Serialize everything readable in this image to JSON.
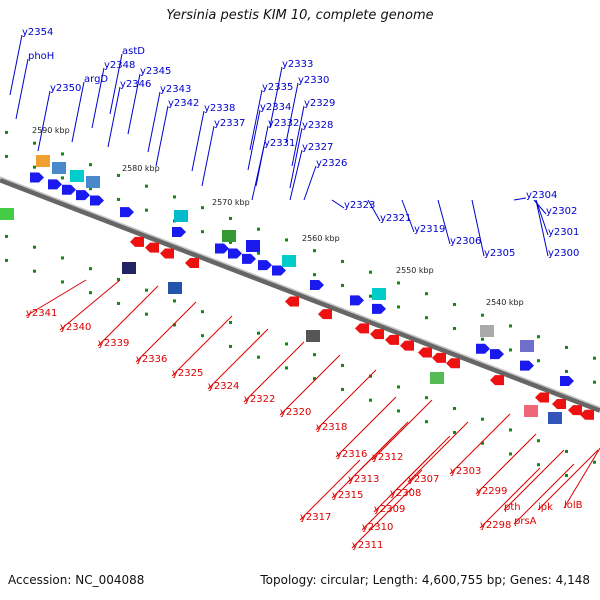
{
  "title": "Yersinia pestis KIM 10, complete genome",
  "footer": {
    "accession": "Accession: NC_004088",
    "summary": "Topology: circular; Length: 4,600,755 bp; Genes: 4,148"
  },
  "colors": {
    "forward_label": "#0000cc",
    "reverse_label": "#dd0000",
    "forward_gene": "#1a1aee",
    "reverse_gene": "#ee1111",
    "backbone": "#888888",
    "tick": "#118811"
  },
  "scale_labels": [
    "2590 kbp",
    "2580 kbp",
    "2570 kbp",
    "2560 kbp",
    "2550 kbp",
    "2540 kbp"
  ],
  "forward_labels": [
    "y2354",
    "phoH",
    "y2350",
    "argD",
    "y2348",
    "astD",
    "y2346",
    "y2345",
    "y2343",
    "y2342",
    "y2338",
    "y2337",
    "y2335",
    "y2334",
    "y2333",
    "y2332",
    "y2331",
    "y2330",
    "y2329",
    "y2328",
    "y2327",
    "y2326",
    "y2323",
    "y2321",
    "y2319",
    "y2306",
    "y2305",
    "y2304",
    "y2302",
    "y2301",
    "y2300"
  ],
  "reverse_labels": [
    "y2341",
    "y2340",
    "y2339",
    "y2336",
    "y2325",
    "y2324",
    "y2322",
    "y2320",
    "y2318",
    "y2316",
    "y2315",
    "y2317",
    "y2313",
    "y2312",
    "y2311",
    "y2310",
    "y2309",
    "y2308",
    "y2307",
    "y2303",
    "y2299",
    "y2298",
    "pth",
    "prsA",
    "ipk",
    "lolB"
  ]
}
